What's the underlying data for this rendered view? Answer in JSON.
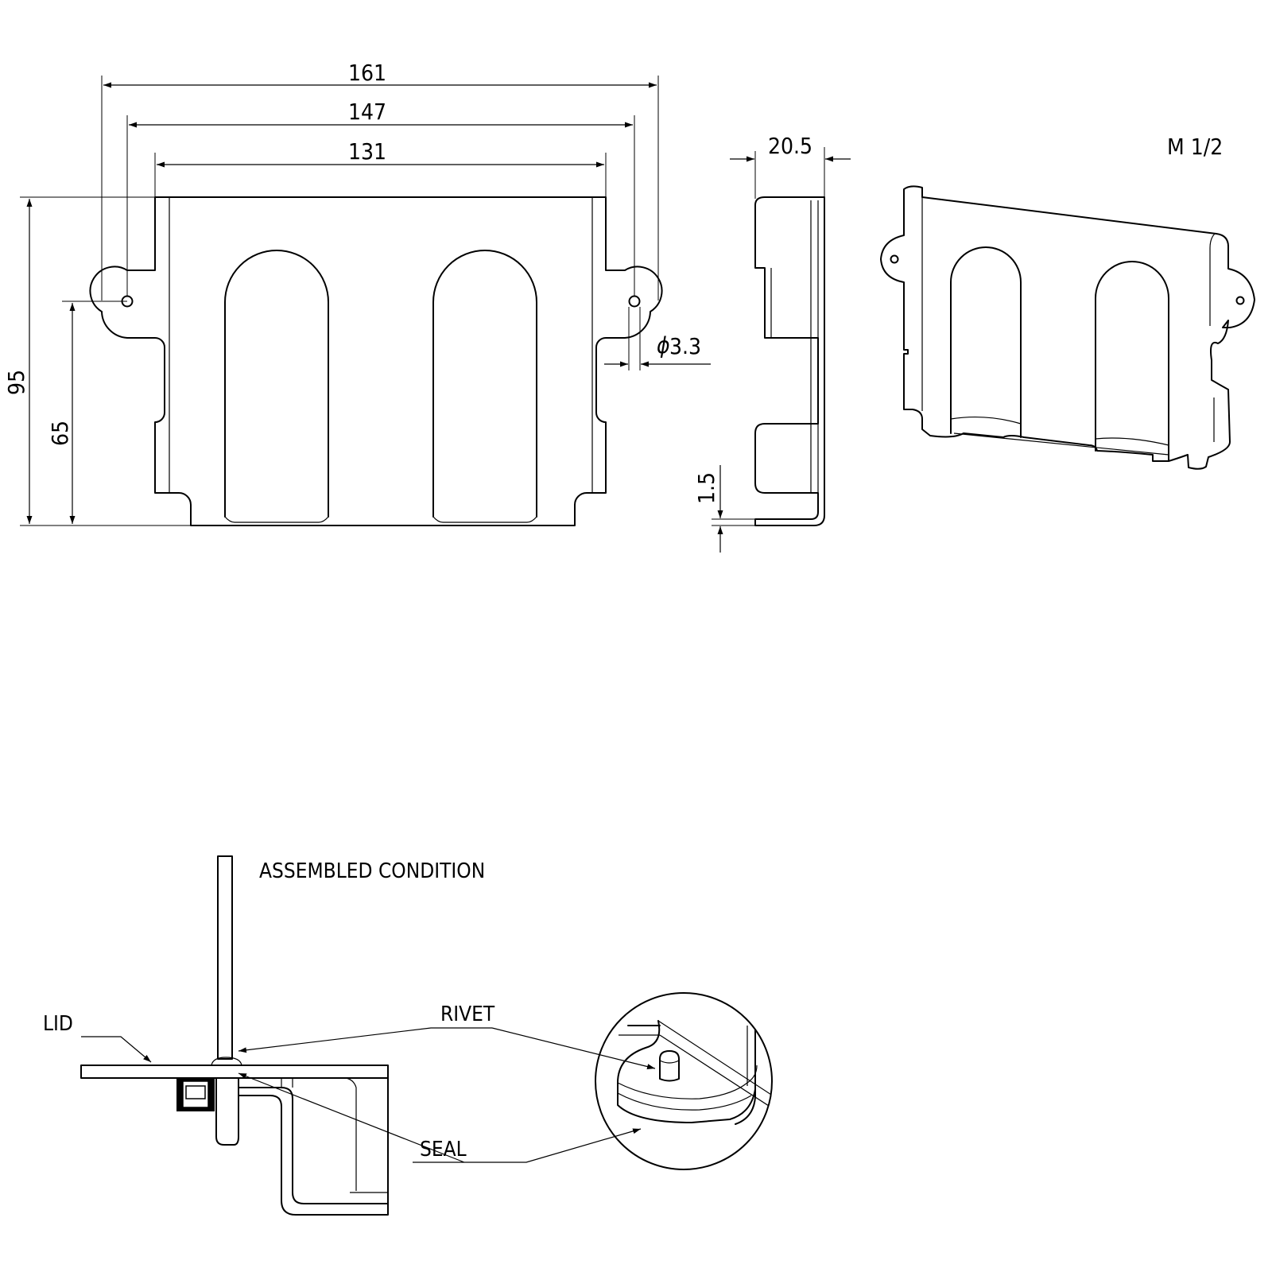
{
  "dimensions": {
    "width_overall": "161",
    "width_holes": "147",
    "width_body": "131",
    "height_overall": "95",
    "height_holes": "65",
    "hole_diameter_symbol": "ϕ",
    "hole_diameter": "3.3",
    "depth": "20.5",
    "thickness": "1.5"
  },
  "scale_label": "M 1/2",
  "assembly": {
    "title": "ASSEMBLED CONDITION",
    "lid_label": "LID",
    "rivet_label": "RIVET",
    "seal_label": "SEAL"
  }
}
